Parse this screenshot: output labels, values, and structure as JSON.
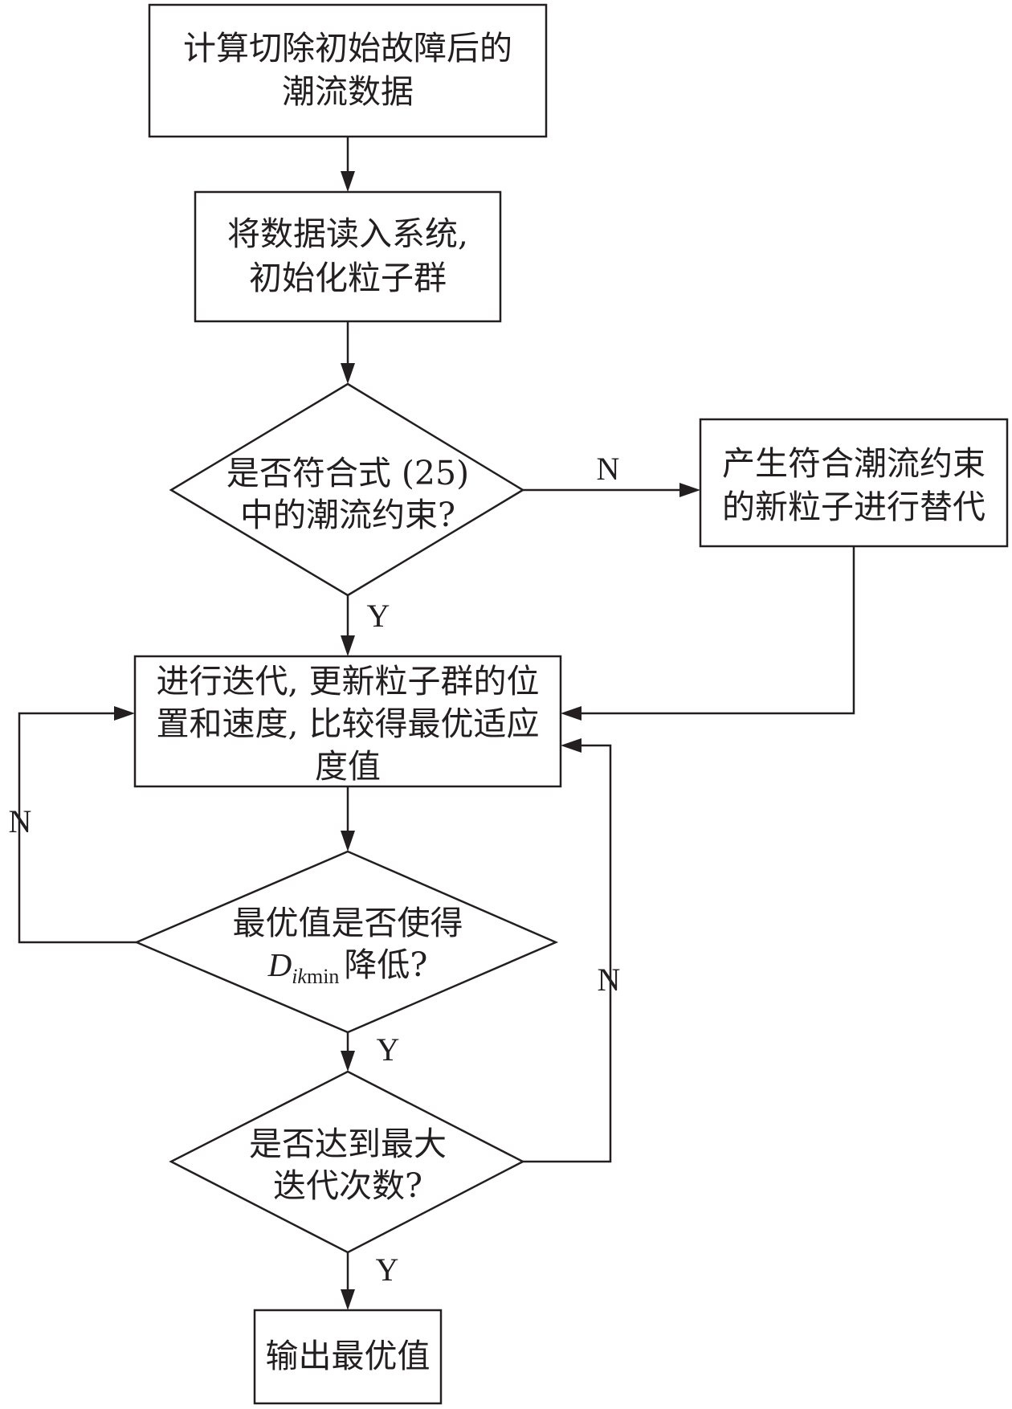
{
  "nodes": {
    "compute_flow": {
      "line1": "计算切除初始故障后的",
      "line2": "潮流数据"
    },
    "read_data": {
      "line1": "将数据读入系统,",
      "line2": "初始化粒子群"
    },
    "check_constraint": {
      "line1": "是否符合式 (25)",
      "line2": "中的潮流约束?"
    },
    "generate_particles": {
      "line1": "产生符合潮流约束",
      "line2": "的新粒子进行替代"
    },
    "iterate": {
      "line1": "进行迭代, 更新粒子群的位",
      "line2": "置和速度, 比较得最优适应",
      "line3": "度值"
    },
    "check_reduce": {
      "line1": "最优值是否使得",
      "symbol": "D",
      "subscript_italic": "ik",
      "subscript_roman": "min",
      "suffix": "降低?"
    },
    "check_max_iter": {
      "line1": "是否达到最大",
      "line2": "迭代次数?"
    },
    "output": {
      "line1": "输出最优值"
    }
  },
  "edge_labels": {
    "constraint_no": "N",
    "constraint_yes": "Y",
    "reduce_no": "N",
    "reduce_yes": "Y",
    "max_iter_no": "N",
    "max_iter_yes": "Y"
  }
}
